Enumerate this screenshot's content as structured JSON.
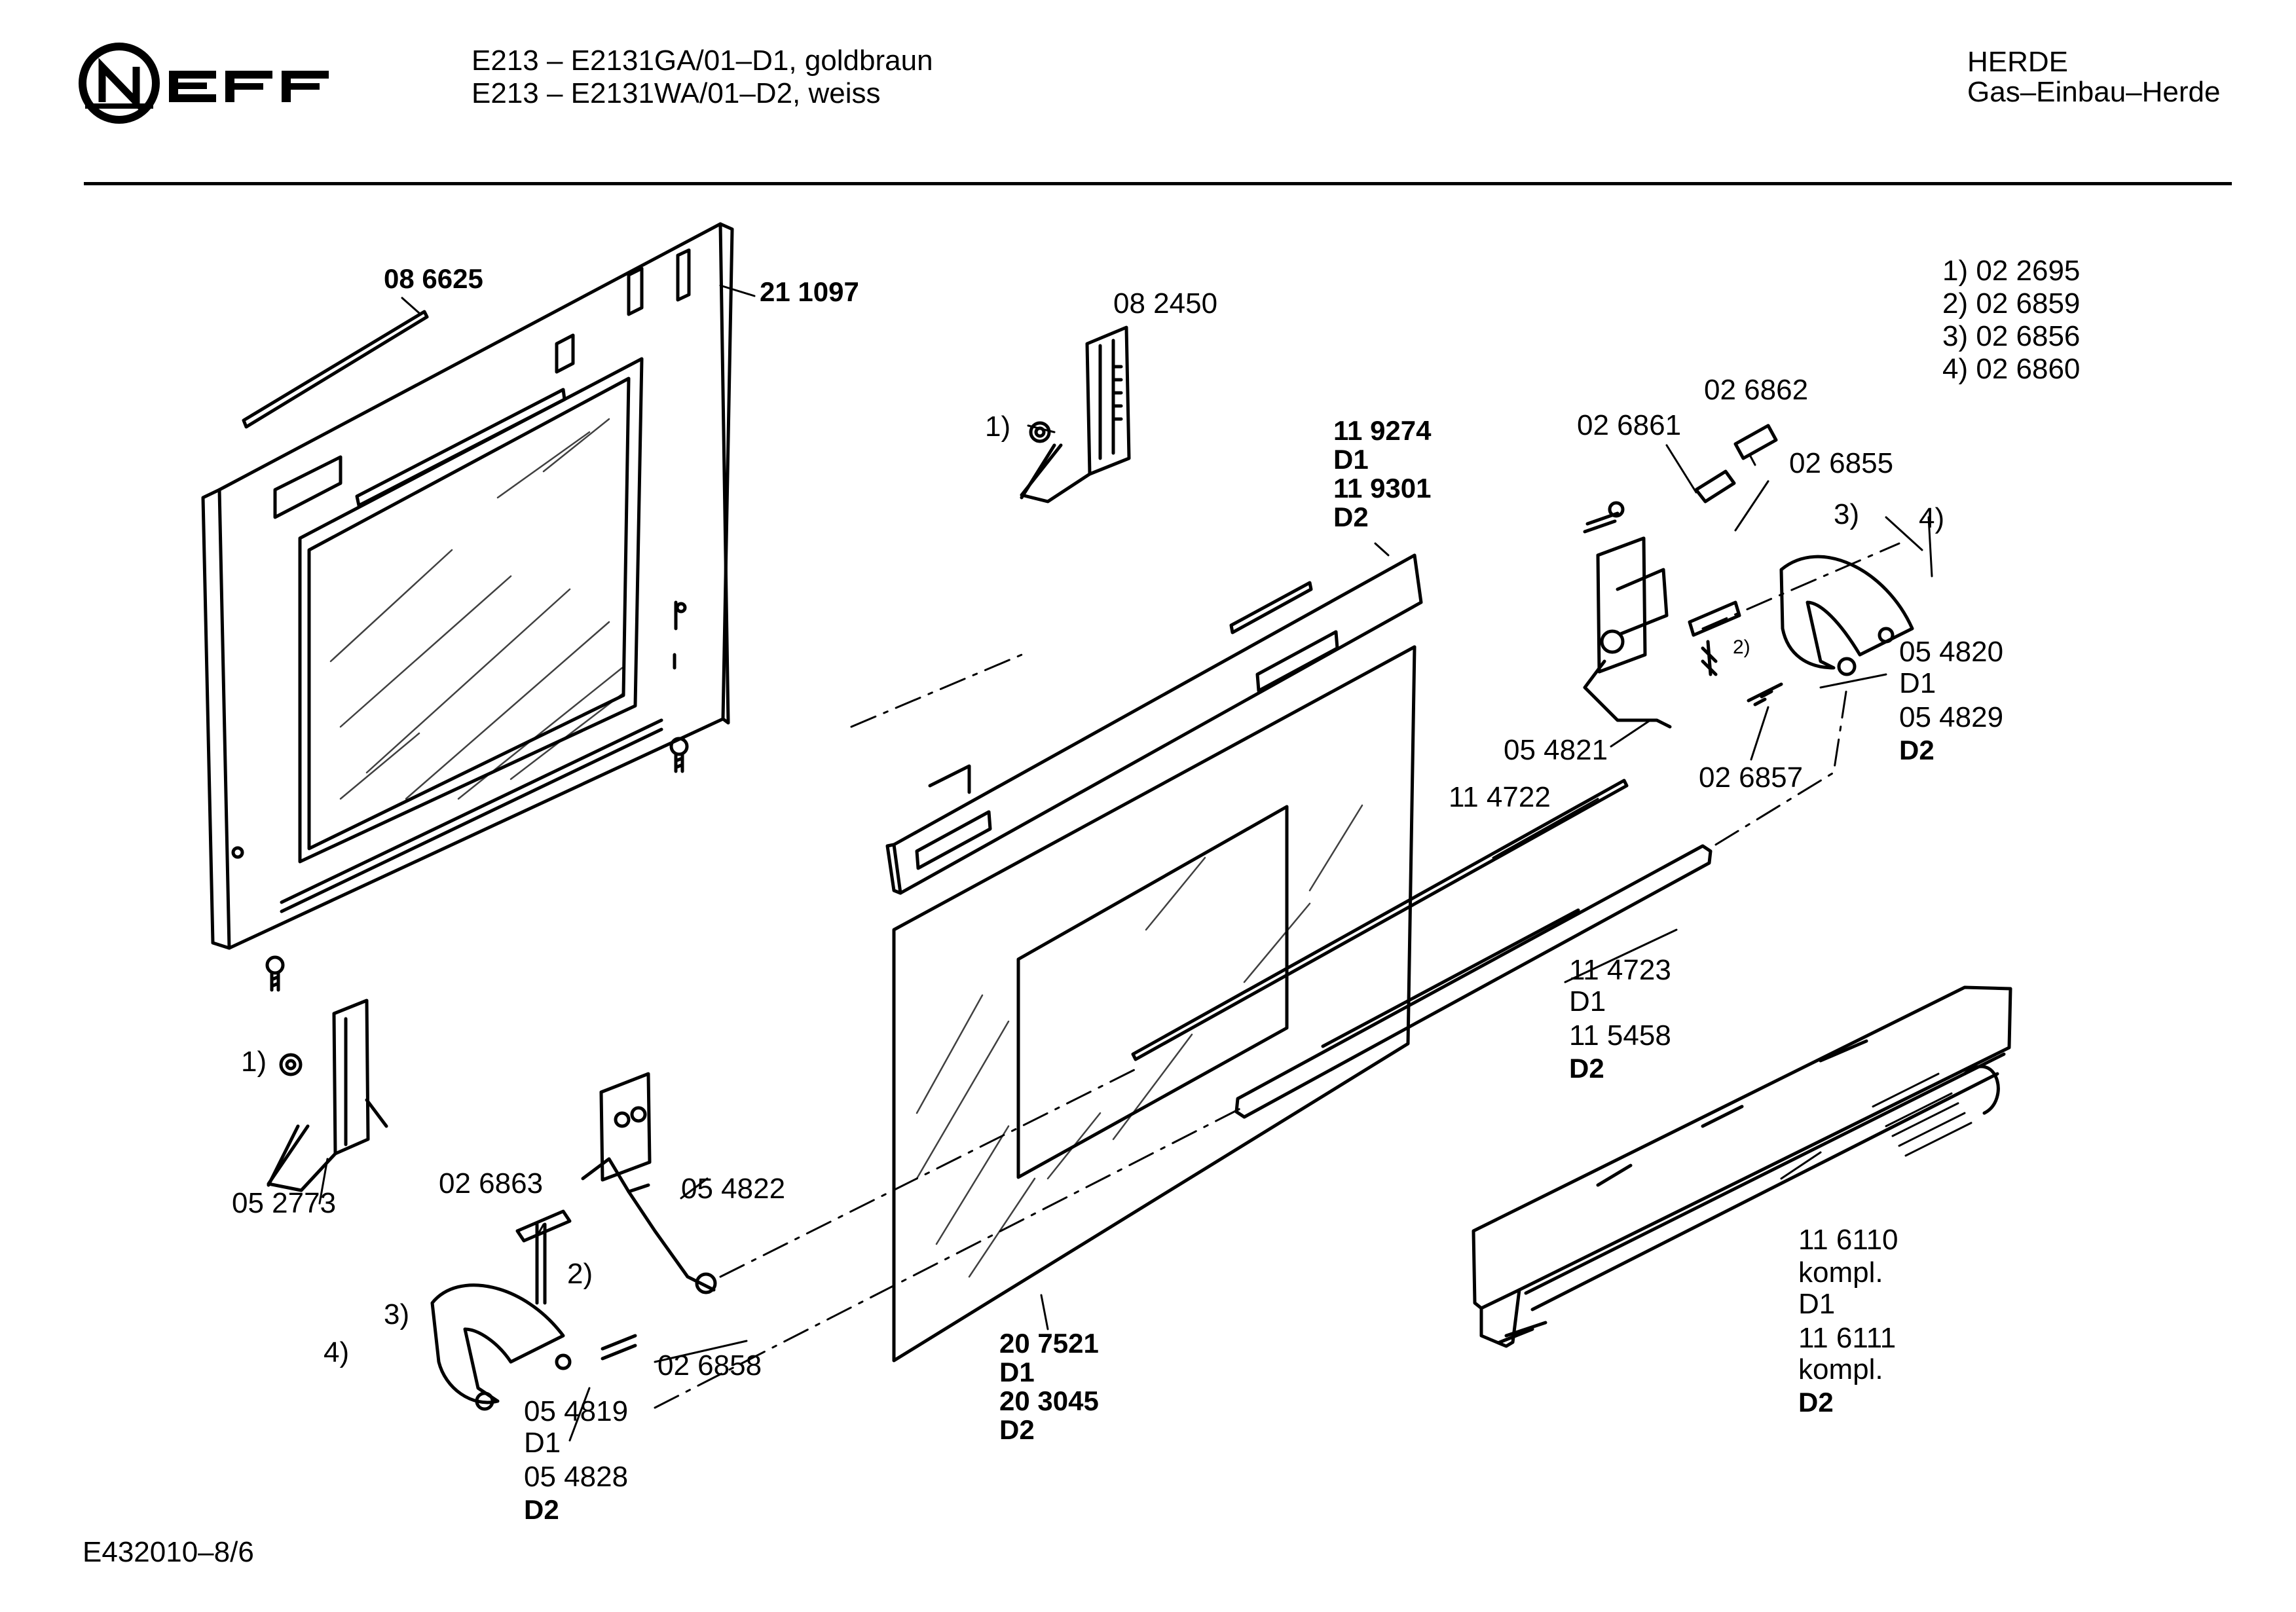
{
  "header": {
    "brand": "NEFF",
    "model_lines": [
      "E213 – E2131GA/01–D1, goldbraun",
      "E213 – E2131WA/01–D2, weiss"
    ],
    "category_lines": [
      "HERDE",
      "Gas–Einbau–Herde"
    ]
  },
  "footer": {
    "doc_code": "E432010–8/6"
  },
  "legend": [
    "1) 02 2695",
    "2) 02 6859",
    "3) 02 6856",
    "4) 02 6860"
  ],
  "labels": {
    "p086625": "08 6625",
    "p211097": "21 1097",
    "p082450": "08 2450",
    "ref1_top": "1)",
    "p119274": "11 9274",
    "p119274_d": "D1",
    "p119301": "11 9301",
    "p119301_d": "D2",
    "p026862": "02 6862",
    "p026861": "02 6861",
    "p026855": "02 6855",
    "ref3_right": "3)",
    "ref4_right": "4)",
    "ref2_right": "2)",
    "p054820": "05 4820",
    "p054820_d": "D1",
    "p054829": "05 4829",
    "p054829_d": "D2",
    "p054821": "05 4821",
    "p026857": "02 6857",
    "p114722": "11 4722",
    "p114723": "11 4723",
    "p114723_d": "D1",
    "p115458": "11 5458",
    "p115458_d": "D2",
    "ref1_left": "1)",
    "p052773": "05 2773",
    "p026863": "02 6863",
    "p054822": "05 4822",
    "ref2_left": "2)",
    "ref3_left": "3)",
    "ref4_left": "4)",
    "p026858": "02 6858",
    "p054819": "05 4819",
    "p054819_d": "D1",
    "p054828": "05 4828",
    "p054828_d": "D2",
    "p207521": "20 7521",
    "p207521_d": "D1",
    "p203045": "20 3045",
    "p203045_d": "D2",
    "p116110": "11 6110",
    "p116110_k": "kompl.",
    "p116110_d": "D1",
    "p116111": "11 6111",
    "p116111_k": "kompl.",
    "p116111_d": "D2"
  }
}
